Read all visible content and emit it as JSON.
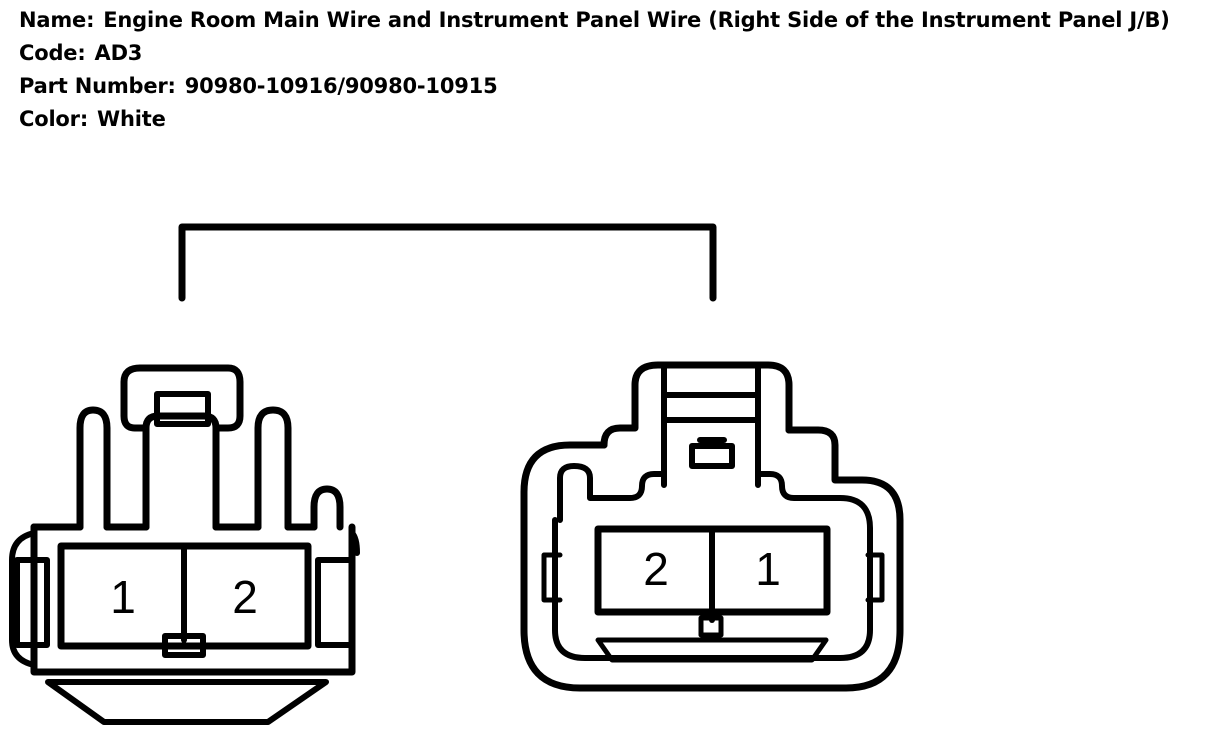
{
  "connector": {
    "name_label": "Name:",
    "name_value": "Engine Room Main Wire and Instrument Panel Wire (Right Side of the Instrument Panel J/B)",
    "code_label": "Code:",
    "code_value": "AD3",
    "part_label": "Part Number:",
    "part_value": "90980-10916/90980-10915",
    "color_label": "Color:",
    "color_value": "White"
  },
  "left_connector": {
    "pins": [
      "1",
      "2"
    ]
  },
  "right_connector": {
    "pins": [
      "2",
      "1"
    ]
  },
  "colors": {
    "line": "#000000",
    "background": "#ffffff"
  }
}
